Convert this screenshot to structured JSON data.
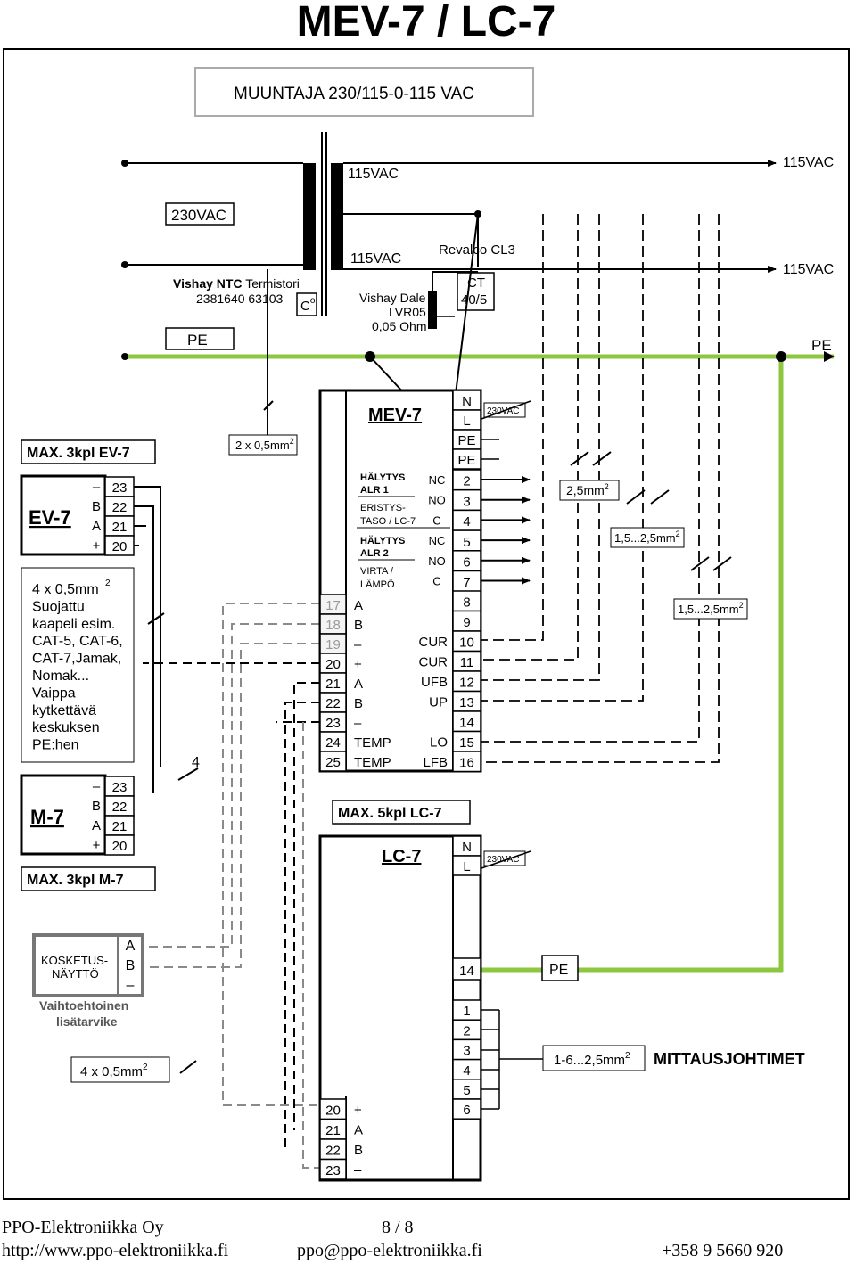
{
  "title": "MEV-7 / LC-7",
  "transformer": {
    "label": "MUUNTAJA 230/115-0-115 VAC"
  },
  "supply": {
    "in": "230VAC",
    "upper_winding": "115VAC",
    "lower_winding": "115VAC",
    "out_upper": "115VAC",
    "out_lower": "115VAC",
    "pe_left": "PE",
    "pe_right": "PE"
  },
  "components": {
    "ntc_line1a": "Vishay NTC",
    "ntc_line1b": "Termistori",
    "ntc_line2": "2381640 63103",
    "ntc_symbol": "C",
    "ntc_symbol_sup": "o",
    "shunt_l1": "Vishay Dale",
    "shunt_l2": "LVR05",
    "shunt_l3": "0,05 Ohm",
    "ct_name": "Revalco CL3",
    "ct_l1": "CT",
    "ct_l2": "40/5"
  },
  "ev7": {
    "max_label": "MAX. 3kpl EV-7",
    "name": "EV-7",
    "pins": [
      {
        "sym": "–",
        "num": "23"
      },
      {
        "sym": "B",
        "num": "22"
      },
      {
        "sym": "A",
        "num": "21"
      },
      {
        "sym": "+",
        "num": "20"
      }
    ]
  },
  "cable_note": {
    "lines": [
      "4 x 0,5mm",
      "Suojattu",
      "kaapeli esim.",
      "CAT-5, CAT-6,",
      "CAT-7,Jamak,",
      "Nomak...",
      "Vaippa",
      "kytkettävä",
      "keskuksen",
      "PE:hen"
    ],
    "sup": "2"
  },
  "m7": {
    "name": "M-7",
    "max_label": "MAX. 3kpl M-7",
    "pins": [
      {
        "sym": "–",
        "num": "23"
      },
      {
        "sym": "B",
        "num": "22"
      },
      {
        "sym": "A",
        "num": "21"
      },
      {
        "sym": "+",
        "num": "20"
      }
    ]
  },
  "wire_labels": {
    "two_wire": "2 x 0,5mm",
    "two_wire_sup": "2",
    "count_4": "4",
    "w25": "2,5mm",
    "w25_sup": "2",
    "w1525a": "1,5...2,5mm",
    "w1525a_sup": "2",
    "w1525b": "1,5...2,5mm",
    "w1525b_sup": "2"
  },
  "mev7": {
    "name": "MEV-7",
    "supply_tag": "230VAC",
    "right_col": [
      {
        "lab": "N",
        "num": ""
      },
      {
        "lab": "L",
        "num": ""
      },
      {
        "lab": "PE",
        "num": ""
      },
      {
        "lab": "PE",
        "num": ""
      }
    ],
    "alarm1_l1": "HÄLYTYS",
    "alarm1_l2": "ALR 1",
    "alarm1_sub1": "ERISTYS-",
    "alarm1_sub2": "TASO / LC-7",
    "alarm2_l1": "HÄLYTYS",
    "alarm2_l2": "ALR 2",
    "alarm2_sub1": "VIRTA /",
    "alarm2_sub2": "LÄMPÖ",
    "relay_rows": [
      {
        "c": "NC",
        "n": "2"
      },
      {
        "c": "NO",
        "n": "3"
      },
      {
        "c": "C",
        "n": "4"
      },
      {
        "c": "NC",
        "n": "5"
      },
      {
        "c": "NO",
        "n": "6"
      },
      {
        "c": "C",
        "n": "7"
      }
    ],
    "left_terms": [
      {
        "n": "17",
        "s": "A"
      },
      {
        "n": "18",
        "s": "B"
      },
      {
        "n": "19",
        "s": "–"
      },
      {
        "n": "20",
        "s": "+"
      },
      {
        "n": "21",
        "s": "A"
      },
      {
        "n": "22",
        "s": "B"
      },
      {
        "n": "23",
        "s": "–"
      },
      {
        "n": "24",
        "s": "TEMP"
      },
      {
        "n": "25",
        "s": "TEMP"
      }
    ],
    "right_terms": [
      {
        "s": "",
        "n": "8"
      },
      {
        "s": "",
        "n": "9"
      },
      {
        "s": "CUR",
        "n": "10"
      },
      {
        "s": "CUR",
        "n": "11"
      },
      {
        "s": "UFB",
        "n": "12"
      },
      {
        "s": "UP",
        "n": "13"
      },
      {
        "s": "",
        "n": "14"
      },
      {
        "s": "LO",
        "n": "15"
      },
      {
        "s": "LFB",
        "n": "16"
      }
    ]
  },
  "lc7": {
    "max_label": "MAX. 5kpl LC-7",
    "name": "LC-7",
    "supply_tag": "230VAC",
    "top_labels": [
      "N",
      "L"
    ],
    "pe_term": "14",
    "pe_label": "PE",
    "meas_terms": [
      "1",
      "2",
      "3",
      "4",
      "5",
      "6"
    ],
    "left_terms": [
      {
        "n": "20",
        "s": "+"
      },
      {
        "n": "21",
        "s": "A"
      },
      {
        "n": "22",
        "s": "B"
      },
      {
        "n": "23",
        "s": "–"
      }
    ],
    "meas_wire": "1-6...2,5mm",
    "meas_wire_sup": "2",
    "meas_label": "MITTAUSJOHTIMET"
  },
  "touch": {
    "l1": "KOSKETUS-",
    "l2": "NÄYTTÖ",
    "pins": [
      "A",
      "B",
      "–"
    ],
    "opt1": "Vaihtoehtoinen",
    "opt2": "lisätarvike",
    "wire": "4 x 0,5mm",
    "wire_sup": "2"
  },
  "footer": {
    "company": "PPO-Elektroniikka Oy",
    "page": "8 / 8",
    "url": "http://www.ppo-elektroniikka.fi",
    "email": "ppo@ppo-elektroniikka.fi",
    "phone": "+358 9 5660 920"
  },
  "colors": {
    "pe_wire": "#8dc63f",
    "dashed": "#8a8a8a"
  }
}
